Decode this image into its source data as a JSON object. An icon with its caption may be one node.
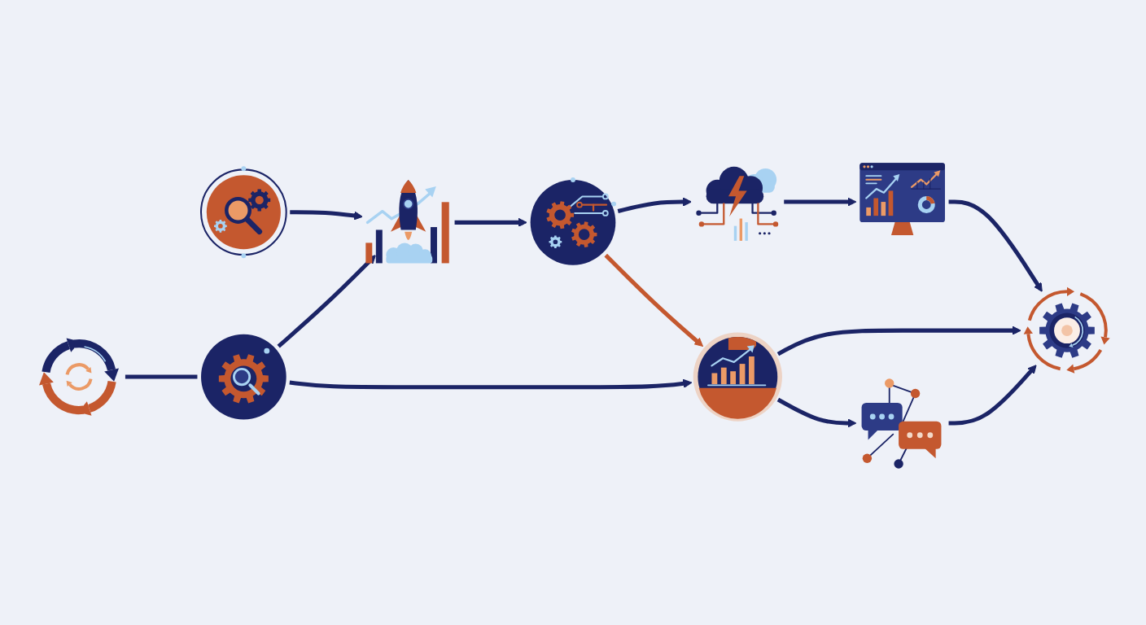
{
  "diagram": {
    "nodes": [
      {
        "text": [],
        "shape": "picture"
      },
      {
        "text": [],
        "shape": "picture"
      },
      {
        "text": [],
        "shape": "picture"
      },
      {
        "text": [],
        "shape": "picture"
      },
      {
        "text": [],
        "shape": "picture"
      },
      {
        "text": [],
        "shape": "picture"
      },
      {
        "text": [],
        "shape": "picture"
      },
      {
        "text": [],
        "shape": "picture"
      },
      {
        "text": [],
        "shape": "picture"
      },
      {
        "text": [],
        "shape": "picture"
      }
    ],
    "edges": [
      {
        "from": 0,
        "to": 1,
        "arrow": "to"
      },
      {
        "from": 1,
        "to": 2,
        "arrow": "to"
      },
      {
        "from": 2,
        "to": 3,
        "arrow": "to"
      },
      {
        "from": 3,
        "to": 4,
        "arrow": "to"
      },
      {
        "from": 2,
        "to": 7,
        "arrow": "to",
        "color": "#c4582f"
      },
      {
        "from": 4,
        "to": 9,
        "arrow": "to"
      },
      {
        "from": 5,
        "to": 6,
        "arrow": "none"
      },
      {
        "from": 6,
        "to": 1,
        "arrow": "to"
      },
      {
        "from": 6,
        "to": 7,
        "arrow": "to"
      },
      {
        "from": 7,
        "to": 8,
        "arrow": "to"
      },
      {
        "from": 7,
        "to": 9,
        "arrow": "to"
      },
      {
        "from": 8,
        "to": 9,
        "arrow": "to"
      }
    ]
  }
}
